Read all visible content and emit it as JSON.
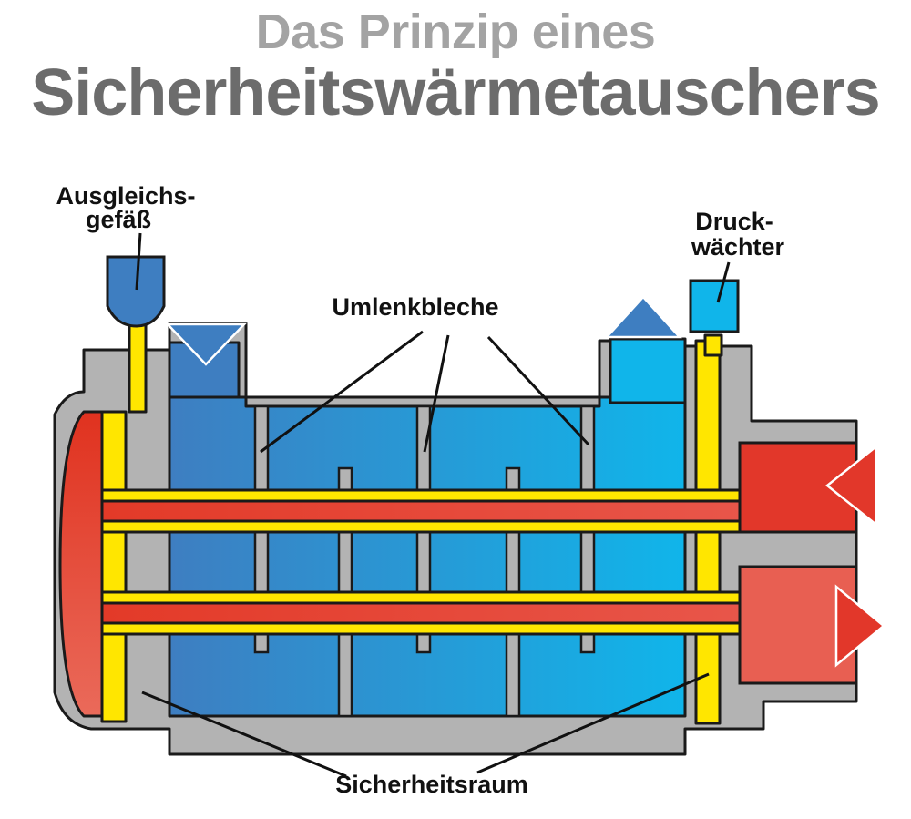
{
  "title": {
    "line1": "Das Prinzip eines",
    "line2": "Sicherheitswärmetauschers"
  },
  "labels": {
    "ausgleich_1": "Ausgleichs-",
    "ausgleich_2": "gefäß",
    "druck_1": "Druck-",
    "druck_2": "wächter",
    "umlenk": "Umlenkbleche",
    "sicher": "Sicherheitsraum"
  },
  "colors": {
    "housing": "#b3b3b3",
    "safety_space": "#ffe600",
    "hot_medium": "#e2372a",
    "cold_medium_dark": "#3b7cc0",
    "cold_medium_light": "#12b4e8",
    "outline": "#1a1a1a"
  }
}
